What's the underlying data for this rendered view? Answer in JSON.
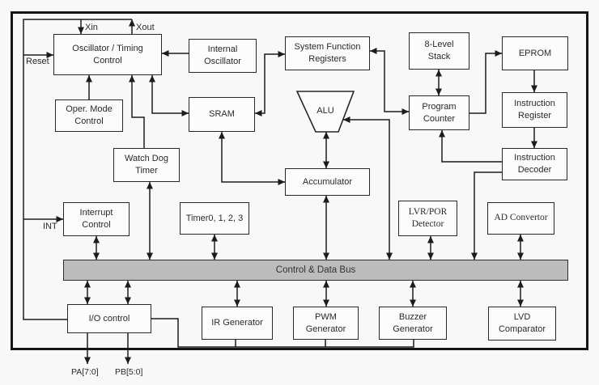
{
  "blocks": {
    "oscillator": "Oscillator / Timing\nControl",
    "internal_oscillator": "Internal\nOscillator",
    "system_function_registers": "System Function\nRegisters",
    "stack": "8-Level\nStack",
    "eprom": "EPROM",
    "oper_mode": "Oper. Mode\nControl",
    "sram": "SRAM",
    "alu": "ALU",
    "program_counter": "Program\nCounter",
    "instruction_register": "Instruction\nRegister",
    "watch_dog_timer": "Watch Dog\nTimer",
    "accumulator": "Accumulator",
    "instruction_decoder": "Instruction\nDecoder",
    "interrupt_control": "Interrupt\nControl",
    "timers": "Timer0, 1, 2, 3",
    "lvr_por": "LVR/POR\nDetector",
    "ad_convertor": "AD Convertor",
    "bus": "Control & Data Bus",
    "io_control": "I/O control",
    "ir_generator": "IR Generator",
    "pwm_generator": "PWM\nGenerator",
    "buzzer_generator": "Buzzer\nGenerator",
    "lvd_comparator": "LVD\nComparator"
  },
  "pins": {
    "xin": "Xin",
    "xout": "Xout",
    "reset": "Reset",
    "int": "INT",
    "pa": "PA[7:0]",
    "pb": "PB[5:0]"
  },
  "colors": {
    "bus_fill": "#bcbcbc",
    "line": "#1c1c1c",
    "box_border": "#282828"
  }
}
